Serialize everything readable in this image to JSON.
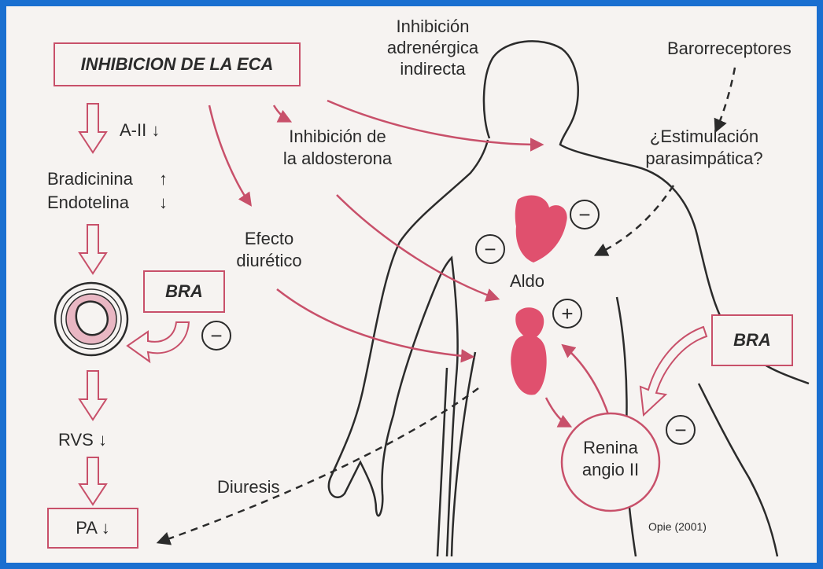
{
  "colors": {
    "accent": "#c8506a",
    "organ": "#e0506e",
    "ink": "#2b2b2b",
    "border": "#1a6fd0"
  },
  "left": {
    "eca_title": "INHIBICION DE LA ECA",
    "a2": "A-II ↓",
    "bradicinina": "Bradicinina",
    "bradicinina_arrow": "↑",
    "endotelina": "Endotelina",
    "endotelina_arrow": "↓",
    "bra": "BRA",
    "minus": "−",
    "rvs": "RVS ↓",
    "pa": "PA ↓"
  },
  "middle": {
    "inh_aldosterona": [
      "Inhibición de",
      "la aldosterona"
    ],
    "efecto_diuretico": [
      "Efecto",
      "diurético"
    ],
    "diuresis": "Diuresis"
  },
  "top": {
    "inh_adrenergica": [
      "Inhibición",
      "adrenérgica",
      "indirecta"
    ],
    "barorreceptores": "Barorreceptores",
    "estimulacion": [
      "¿Estimulación",
      "parasimpática?"
    ]
  },
  "body": {
    "minus_left": "−",
    "minus_right": "−",
    "aldo": "Aldo",
    "plus": "+",
    "renina": [
      "Renina",
      "angio II"
    ],
    "bra_right": "BRA",
    "minus_bra": "−"
  },
  "credit": "Opie (2001)"
}
